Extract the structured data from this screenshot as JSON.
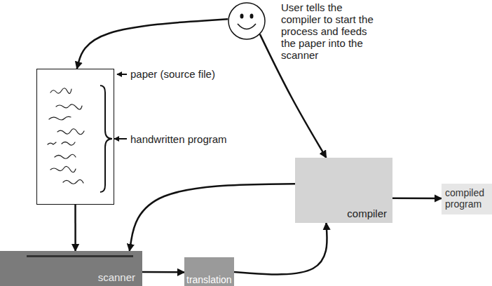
{
  "diagram": {
    "nodes": [
      {
        "text": [
          "User tells the compiler to start the process and feeds the paper into the scanner"
        ]
      },
      {
        "text": [
          "paper (source file)",
          "handwritten program"
        ]
      },
      {
        "text": [
          "compiler"
        ]
      },
      {
        "text": [
          "compiled program"
        ]
      },
      {
        "text": [
          "scanner"
        ]
      },
      {
        "text": [
          "translation"
        ]
      }
    ],
    "edges": [
      {
        "from": 0,
        "to": 1,
        "arrow": "to"
      },
      {
        "from": 0,
        "to": 2,
        "arrow": "to"
      },
      {
        "from": 1,
        "to": 4,
        "arrow": "to"
      },
      {
        "from": 2,
        "to": 4,
        "arrow": "to"
      },
      {
        "from": 4,
        "to": 5,
        "arrow": "to"
      },
      {
        "from": 5,
        "to": 2,
        "arrow": "to"
      },
      {
        "from": 2,
        "to": 3,
        "arrow": "to"
      }
    ]
  }
}
